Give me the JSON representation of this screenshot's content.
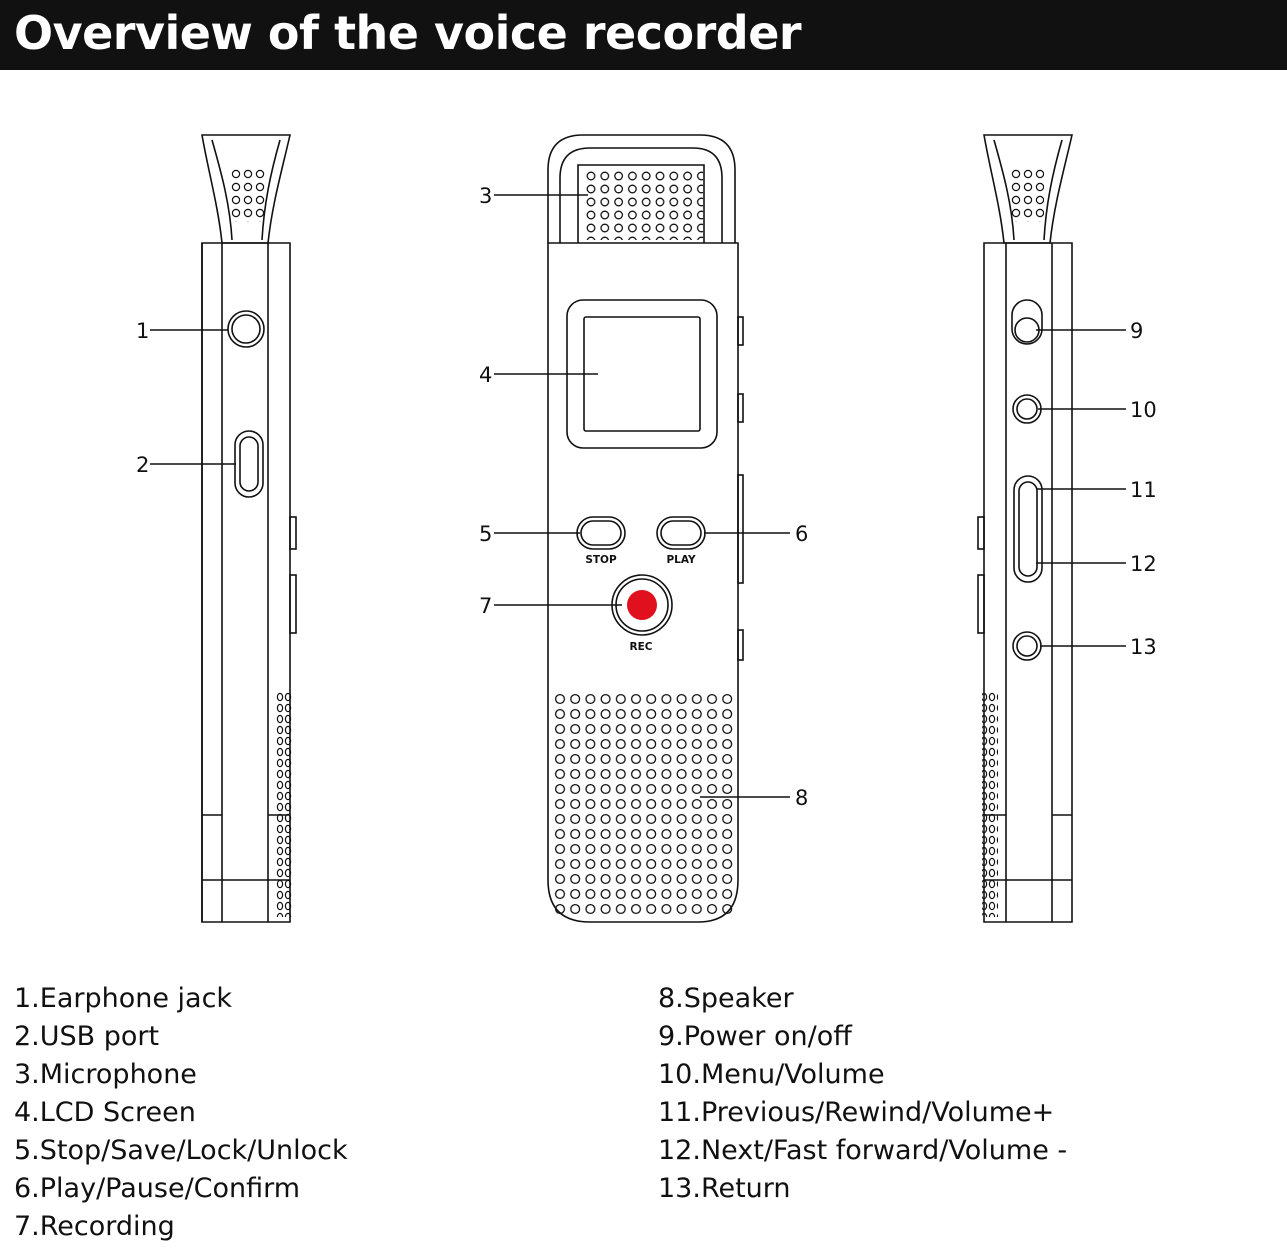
{
  "title": "Overview of the voice recorder",
  "callouts": [
    "1",
    "2",
    "3",
    "4",
    "5",
    "6",
    "7",
    "8",
    "9",
    "10",
    "11",
    "12",
    "13"
  ],
  "button_labels": {
    "stop": "STOP",
    "play": "PLAY",
    "rec": "REC"
  },
  "colors": {
    "header_bg": "#111111",
    "rec_dot": "#e0101e",
    "line": "#111111"
  },
  "legend_left": [
    "1.Earphone jack",
    "2.USB port",
    "3.Microphone",
    "4.LCD Screen",
    "5.Stop/Save/Lock/Unlock",
    "6.Play/Pause/Confirm",
    "7.Recording"
  ],
  "legend_right": [
    "8.Speaker",
    "9.Power on/off",
    "10.Menu/Volume",
    "11.Previous/Rewind/Volume+",
    "12.Next/Fast forward/Volume -",
    "13.Return"
  ]
}
